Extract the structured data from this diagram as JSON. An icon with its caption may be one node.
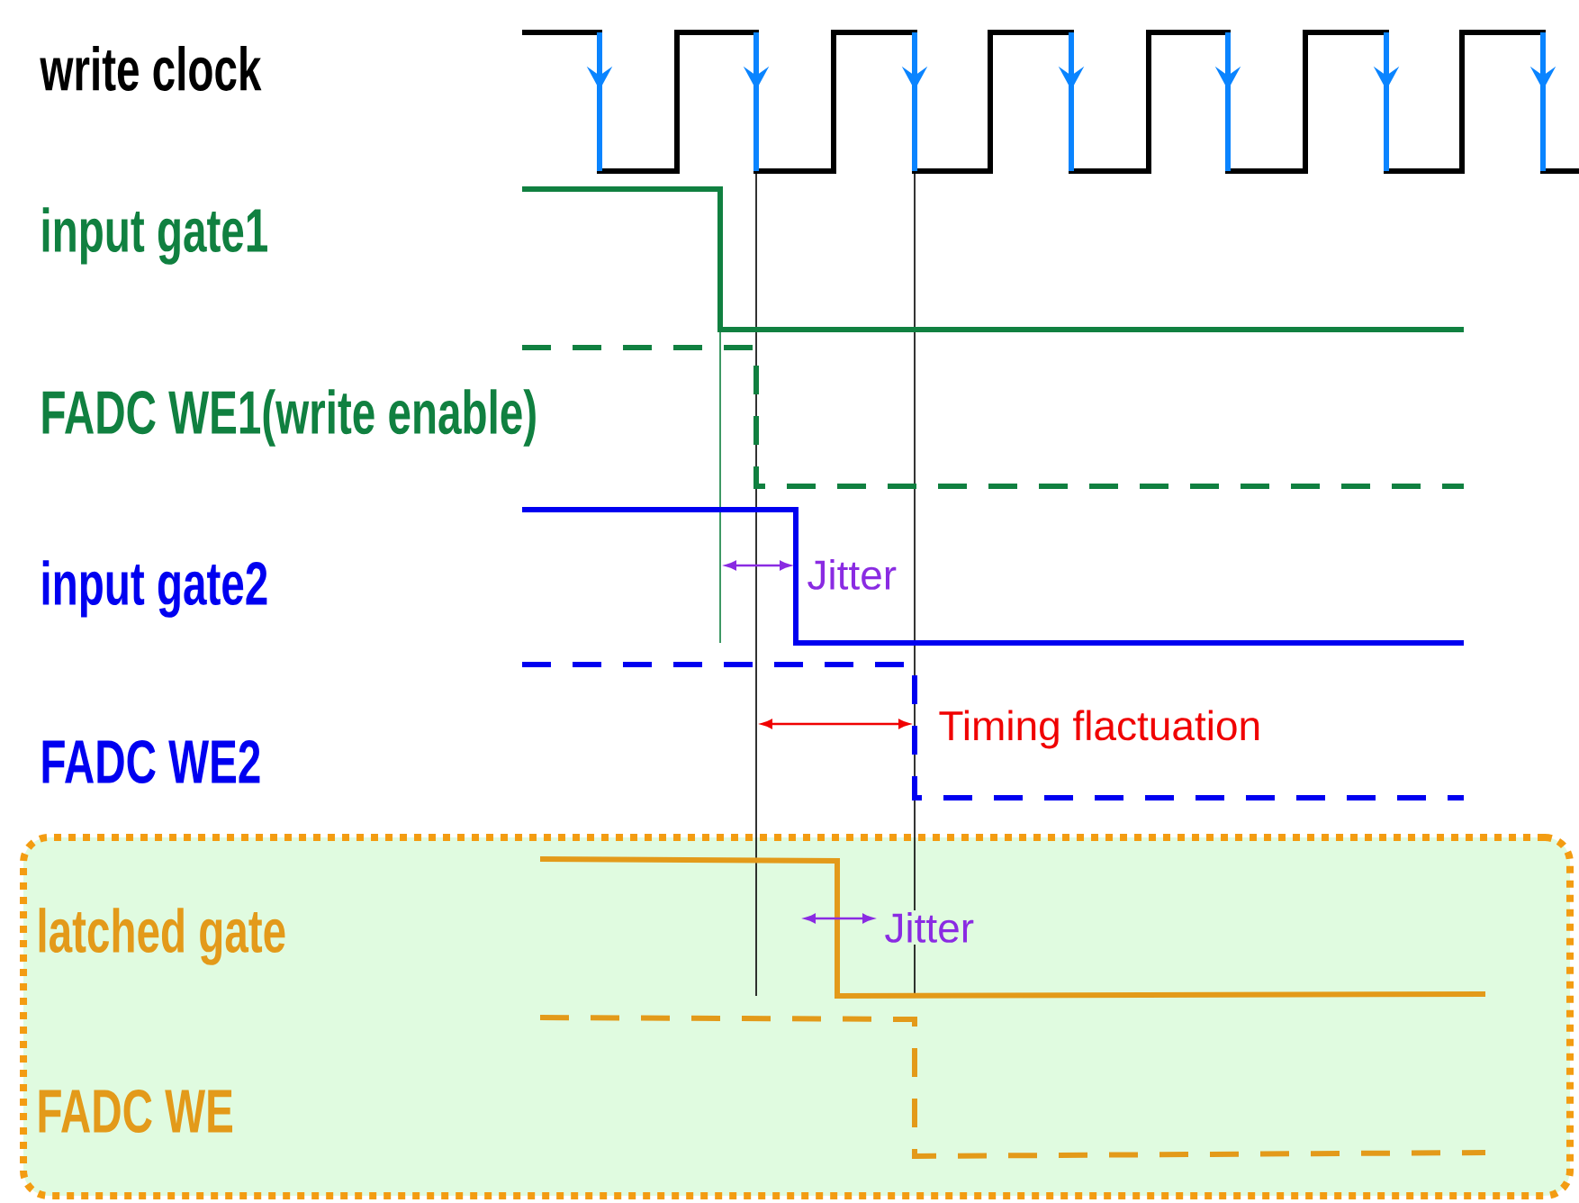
{
  "diagram": {
    "nodes": [
      {
        "text": [
          "latched gate",
          "FADC WE"
        ]
      }
    ],
    "labels": [
      "write clock",
      "input gate1",
      "FADC WE1(write enable)",
      "input gate2",
      "Jitter",
      "FADC WE2",
      "Timing flactuation",
      "Jitter"
    ]
  }
}
